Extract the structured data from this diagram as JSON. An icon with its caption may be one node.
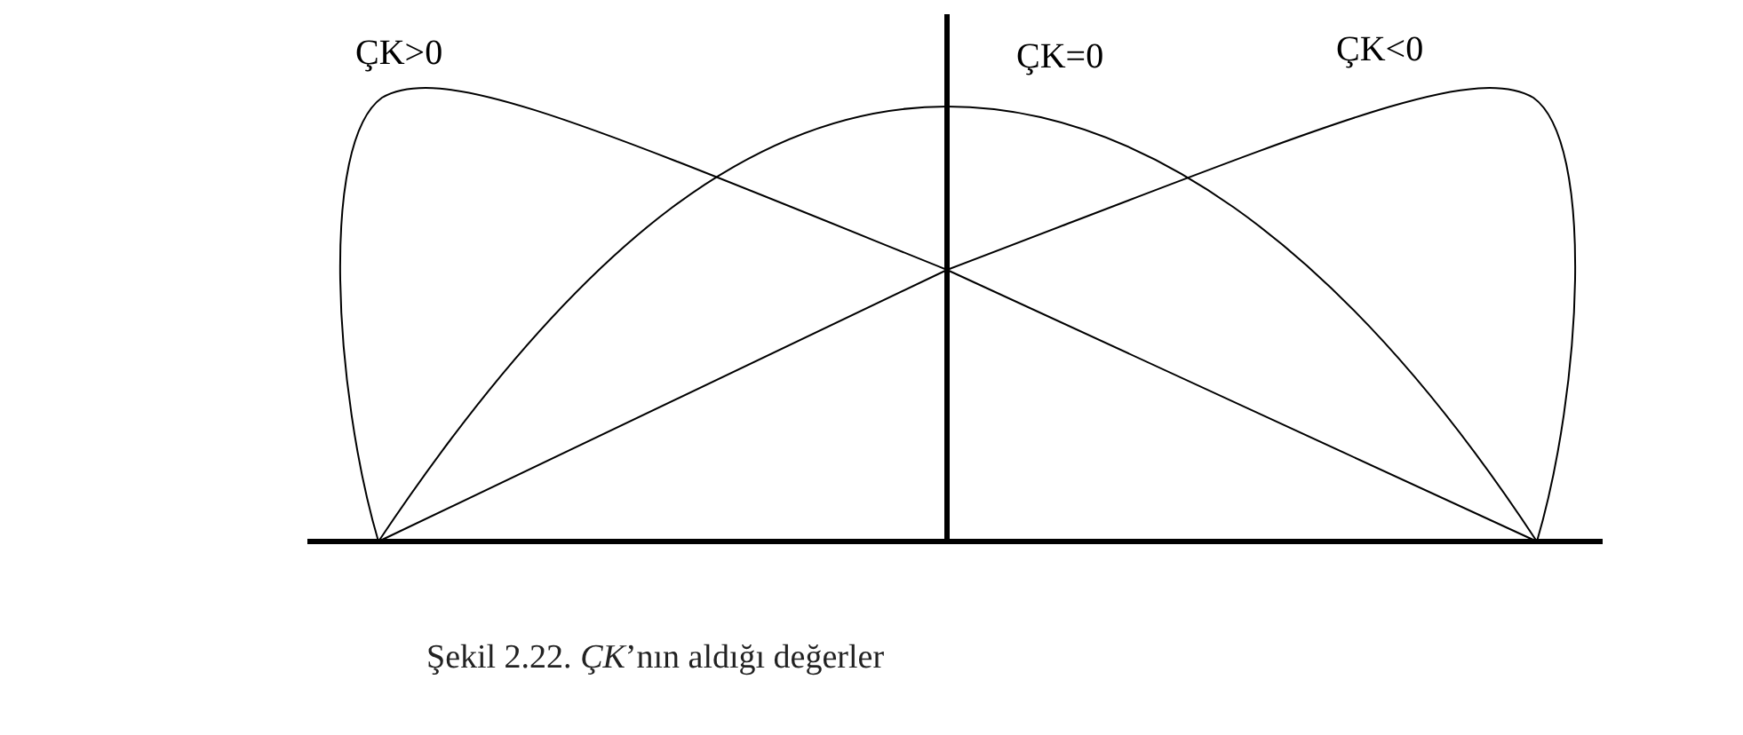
{
  "diagram": {
    "caption": "Şekil 2.22. *ÇK*’nın aldığı değerler",
    "labels": [
      "ÇK>0",
      "ÇK=0",
      "ÇK<0"
    ]
  }
}
